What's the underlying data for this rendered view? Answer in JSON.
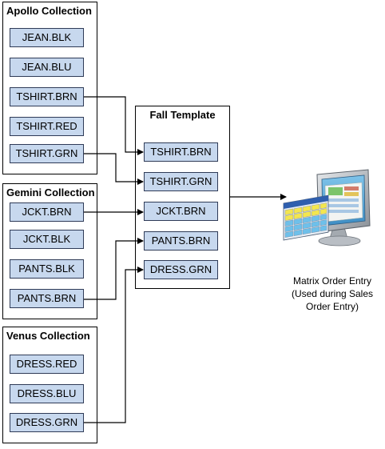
{
  "collections": [
    {
      "title": "Apollo Collection",
      "items": [
        "JEAN.BLK",
        "JEAN.BLU",
        "TSHIRT.BRN",
        "TSHIRT.RED",
        "TSHIRT.GRN"
      ]
    },
    {
      "title": "Gemini Collection",
      "items": [
        "JCKT.BRN",
        "JCKT.BLK",
        "PANTS.BLK",
        "PANTS.BRN"
      ]
    },
    {
      "title": "Venus Collection",
      "items": [
        "DRESS.RED",
        "DRESS.BLU",
        "DRESS.GRN"
      ]
    }
  ],
  "template": {
    "title": "Fall Template",
    "items": [
      "TSHIRT.BRN",
      "TSHIRT.GRN",
      "JCKT.BRN",
      "PANTS.BRN",
      "DRESS.GRN"
    ]
  },
  "matrix": {
    "caption_lines": [
      "Matrix Order Entry",
      "(Used during Sales",
      "Order Entry)"
    ],
    "icon": "computer-with-spreadsheet-icon"
  },
  "colors": {
    "item_fill": "#c7d8ee",
    "item_border": "#2f3b57",
    "line": "#000000"
  }
}
